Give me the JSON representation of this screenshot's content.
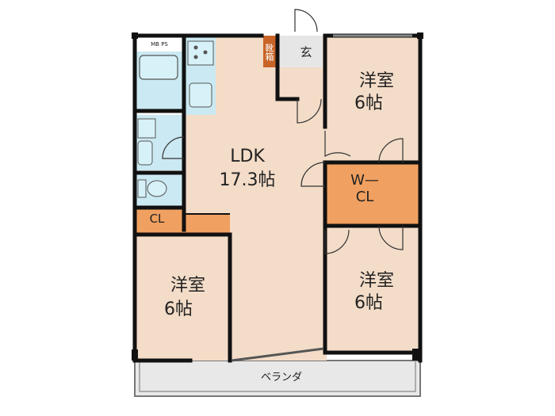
{
  "rooms": {
    "ldk": {
      "name": "LDK",
      "size": "17.3帖"
    },
    "room_ne": {
      "name": "洋室",
      "size": "6帖"
    },
    "room_se": {
      "name": "洋室",
      "size": "6帖"
    },
    "room_sw": {
      "name": "洋室",
      "size": "6帖"
    },
    "wcl": {
      "name": "W—\nCL"
    },
    "cl": {
      "name": "CL"
    },
    "entrance": {
      "name": "玄"
    },
    "shoe_box": {
      "name": "靴箱"
    },
    "mb_ps": {
      "name": "MB PS"
    },
    "veranda": {
      "name": "ベランダ"
    }
  },
  "colors": {
    "floor": "#f3dcc8",
    "wet_area": "#cbe9f2",
    "closet": "#f0a060",
    "shoe_box": "#c86428",
    "veranda": "#e6e6e6",
    "wall": "#111111"
  }
}
